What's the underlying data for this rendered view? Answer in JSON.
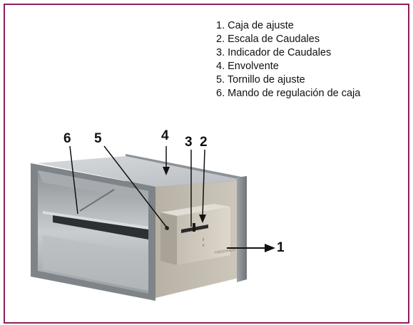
{
  "diagram": {
    "border_color": "#8e1f5a",
    "legend": [
      {
        "num": "1.",
        "text": "Caja de ajuste"
      },
      {
        "num": "2.",
        "text": "Escala de Caudales"
      },
      {
        "num": "3.",
        "text": "Indicador de Caudales"
      },
      {
        "num": "4.",
        "text": "Envolvente"
      },
      {
        "num": "5.",
        "text": "Tornillo de ajuste"
      },
      {
        "num": "6.",
        "text": "Mando de regulación de caja"
      }
    ],
    "callouts": {
      "c1": "1",
      "c2": "2",
      "c3": "3",
      "c4": "4",
      "c5": "5",
      "c6": "6"
    },
    "device_text": "GREENHEAT"
  }
}
